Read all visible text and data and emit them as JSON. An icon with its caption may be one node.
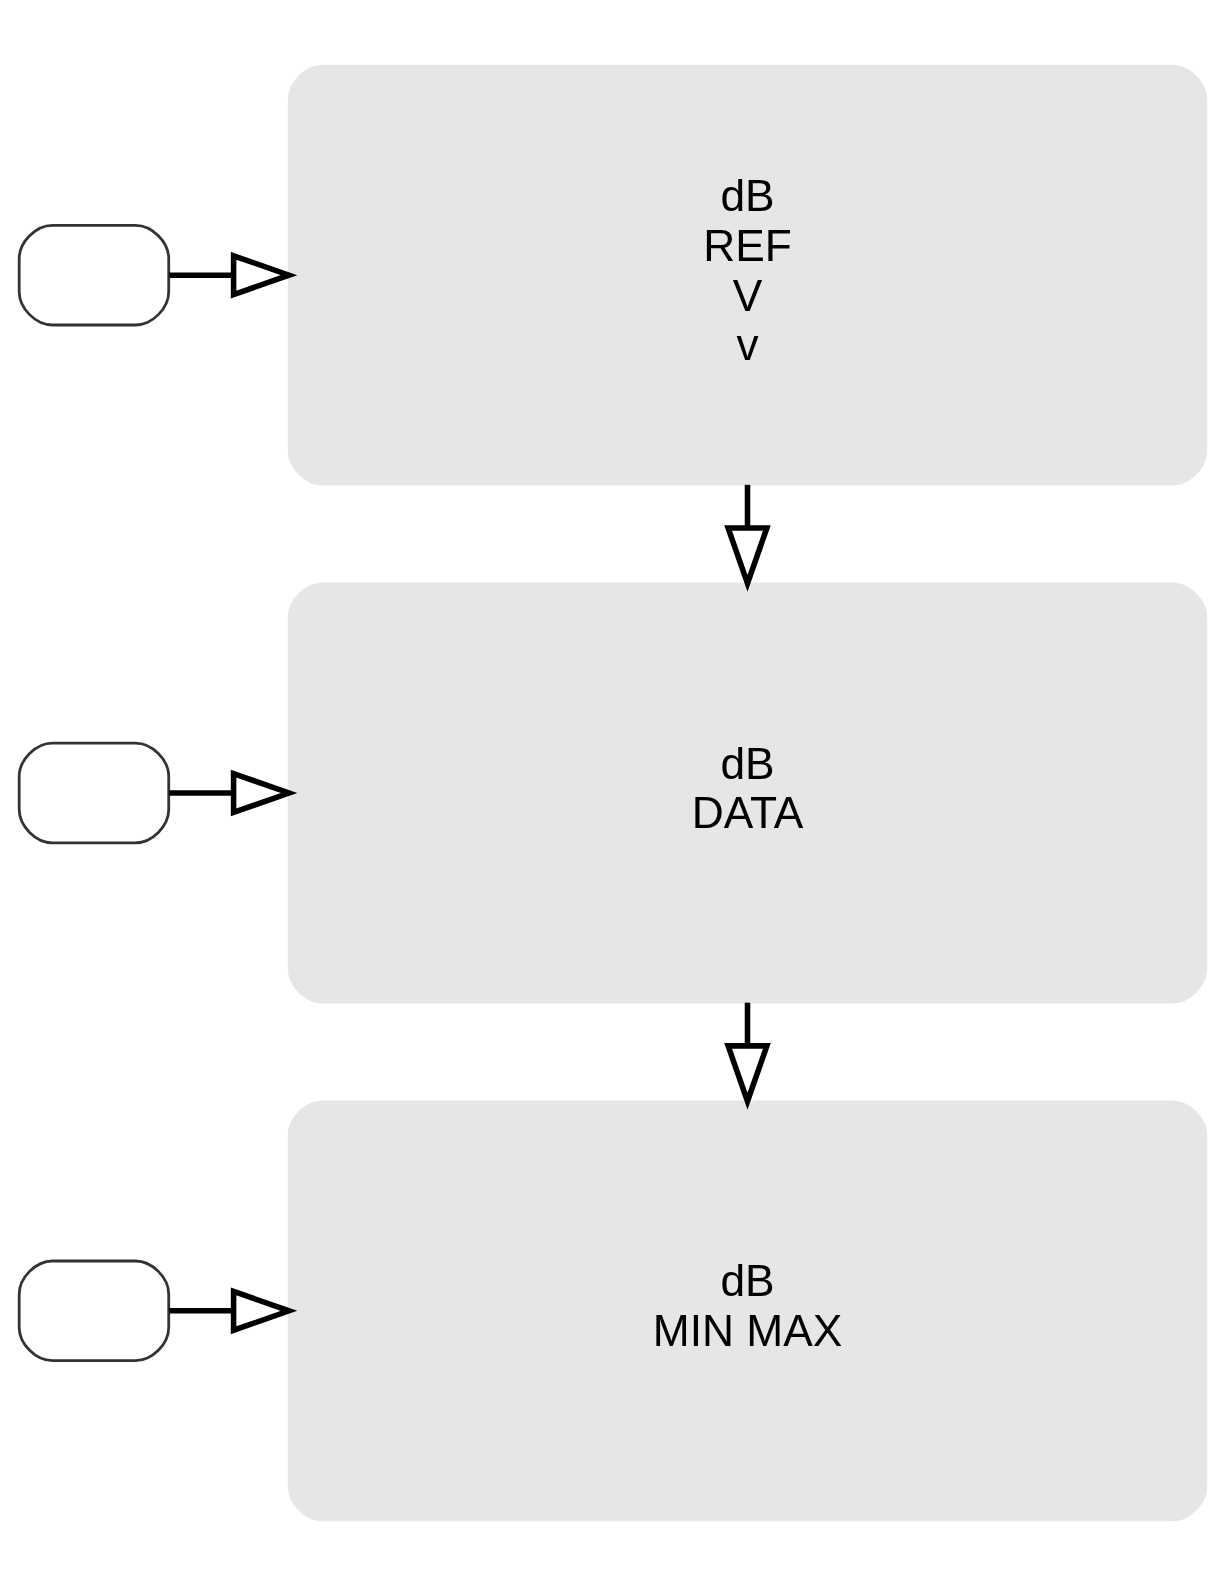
{
  "diagram": {
    "nodes": [
      {
        "text": [],
        "shape": "box"
      },
      {
        "text": [
          "dB",
          "REF",
          "V",
          "v"
        ]
      },
      {
        "text": [],
        "shape": "box"
      },
      {
        "text": [
          "dB",
          "DATA"
        ]
      },
      {
        "text": [],
        "shape": "box"
      },
      {
        "text": [
          "dB",
          "MIN MAX"
        ]
      }
    ],
    "edges": [
      {
        "from": 0,
        "to": 1,
        "arrow": "to"
      },
      {
        "from": 1,
        "to": 3,
        "arrow": "to"
      },
      {
        "from": 2,
        "to": 3,
        "arrow": "to"
      },
      {
        "from": 3,
        "to": 5,
        "arrow": "to"
      },
      {
        "from": 4,
        "to": 5,
        "arrow": "to"
      }
    ]
  }
}
